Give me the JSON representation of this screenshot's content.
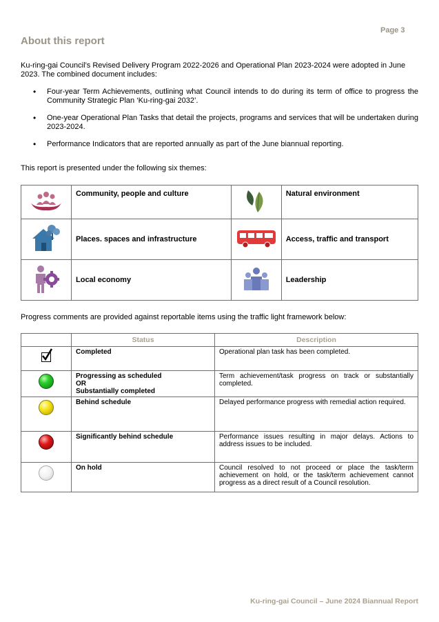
{
  "page_number": "Page 3",
  "heading": "About this report",
  "intro": "Ku-ring-gai Council’s Revised Delivery Program 2022-2026 and Operational Plan 2023-2024 were adopted in June 2023. The combined document includes:",
  "bullets": [
    "Four-year Term Achievements, outlining what Council intends to do during its term of office to progress the Community Strategic Plan ‘Ku-ring-gai 2032’.",
    "One-year Operational Plan Tasks that detail the projects, programs and services that will be undertaken during 2023-2024.",
    "Performance Indicators that are reported annually as part of the June biannual reporting."
  ],
  "themes_intro": "This report is presented under the following six themes:",
  "themes": [
    {
      "label": "Community, people and culture",
      "icon": "community-people-icon"
    },
    {
      "label": "Natural environment",
      "icon": "leaf-icon"
    },
    {
      "label": "Places. spaces and infrastructure",
      "icon": "house-tree-icon"
    },
    {
      "label": "Access, traffic and transport",
      "icon": "bus-icon"
    },
    {
      "label": "Local economy",
      "icon": "person-gear-icon"
    },
    {
      "label": "Leadership",
      "icon": "group-icon"
    }
  ],
  "progress_intro": "Progress comments are provided against reportable items using the traffic light framework below:",
  "status_table": {
    "header_status": "Status",
    "header_description": "Description",
    "rows": [
      {
        "status": "Completed",
        "description": "Operational plan task has been completed.",
        "icon": "checkbox-tick-icon"
      },
      {
        "status_lines": [
          "Progressing as scheduled",
          "OR",
          "Substantially completed"
        ],
        "description": "Term achievement/task progress on track or substantially completed.",
        "icon": "green-light-icon",
        "color": "#2ad02a"
      },
      {
        "status": "Behind schedule",
        "description": "Delayed performance progress with remedial action required.",
        "icon": "amber-light-icon",
        "color": "#f6e416"
      },
      {
        "status": "Significantly behind schedule",
        "description": "Performance issues resulting in major delays. Actions to address issues to be included.",
        "icon": "red-light-icon",
        "color": "#e01818"
      },
      {
        "status": "On hold",
        "description": "Council resolved to not proceed or place the task/term achievement on hold, or the task/term achievement cannot progress as a direct result of a Council resolution.",
        "icon": "grey-light-icon",
        "color": "#f2f2f2"
      }
    ]
  },
  "footer": "Ku-ring-gai Council – June 2024 Biannual Report",
  "colors": {
    "heading": "#9a9488",
    "accent_header": "#a9a290",
    "community": "#b03a5a",
    "environment": "#5a7a3a",
    "places": "#3a6e9a",
    "transport": "#e23a3a",
    "economy": "#7a4a8a",
    "leadership": "#5a6aaa"
  }
}
